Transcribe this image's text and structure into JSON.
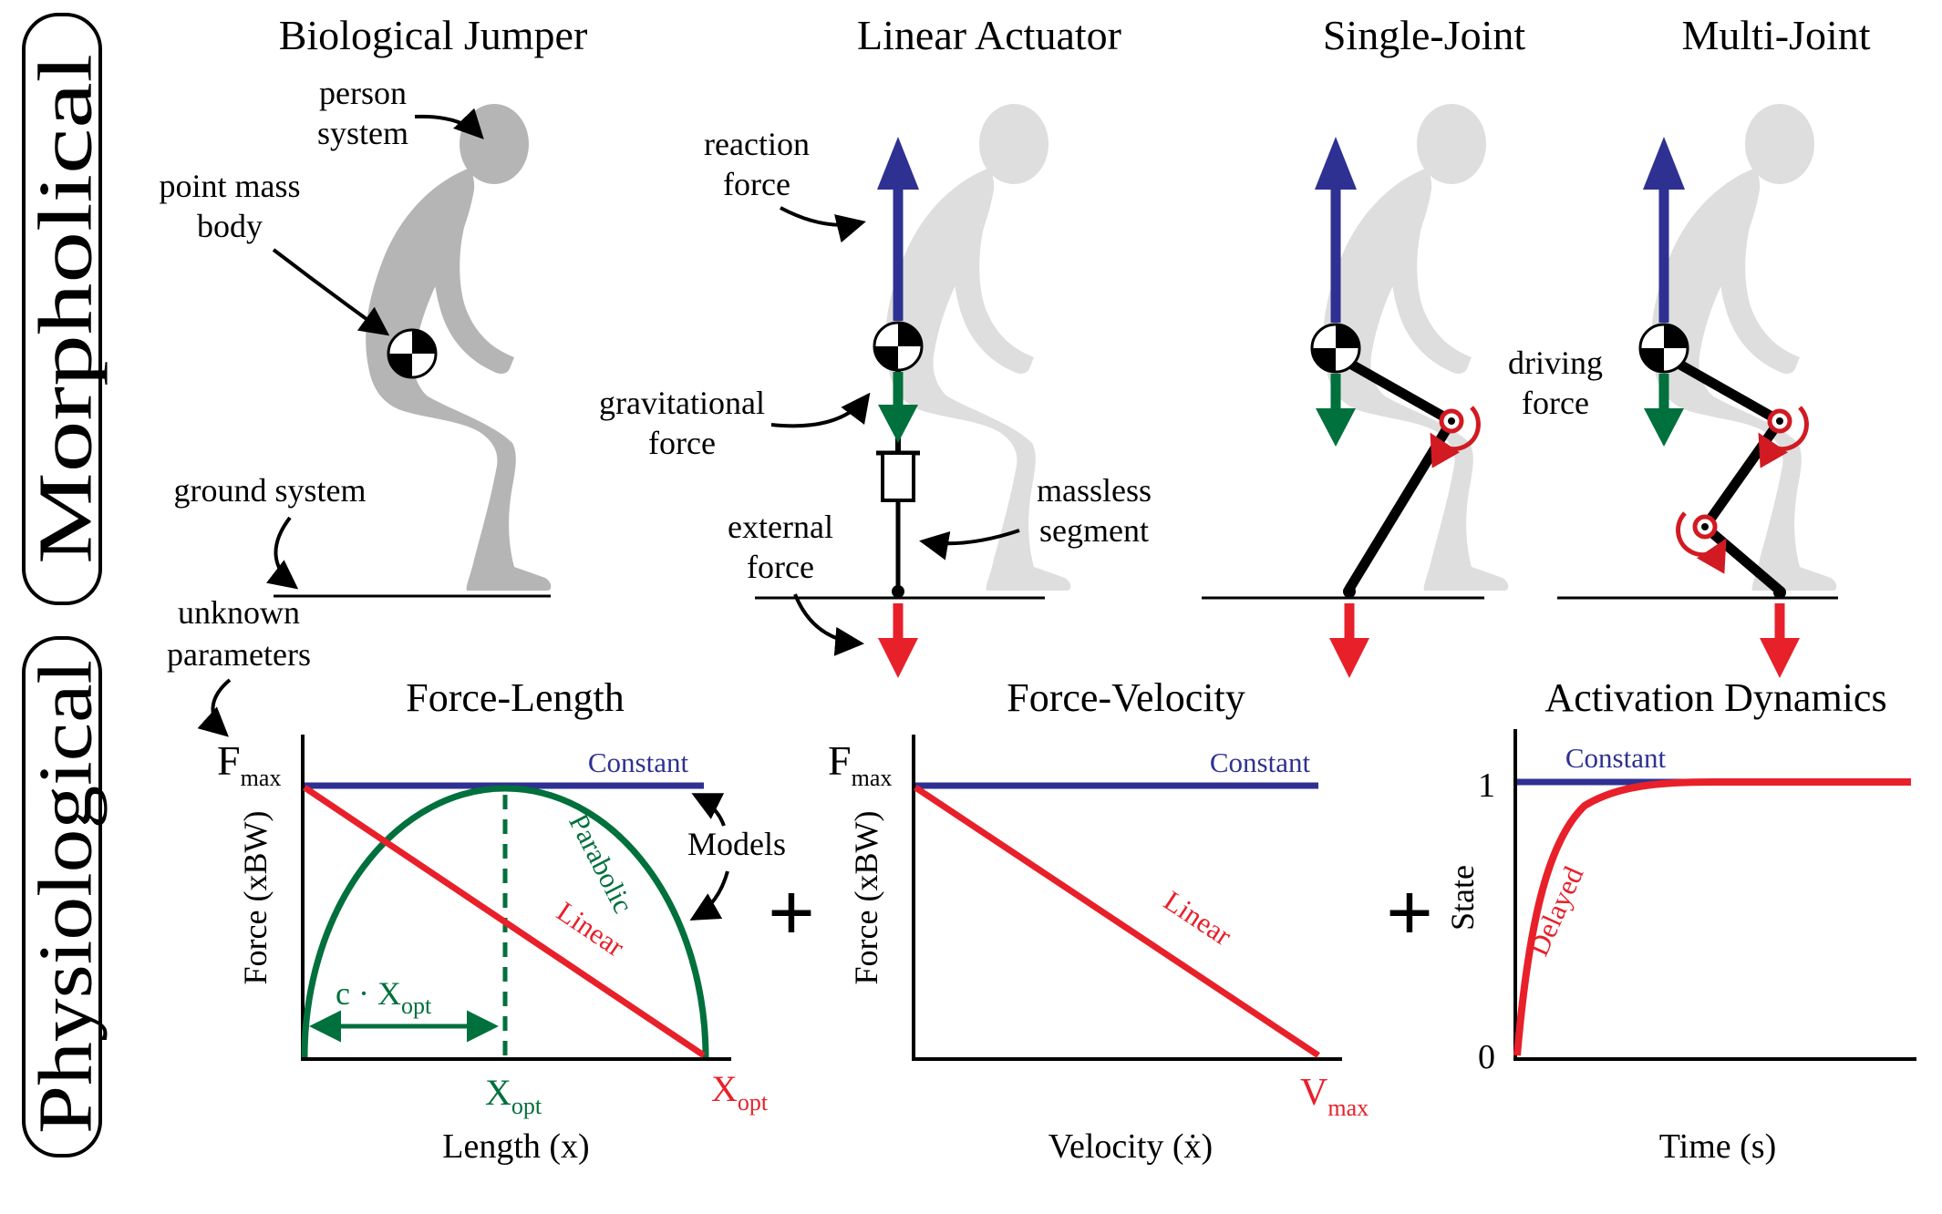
{
  "sidebar": {
    "morphological": "Morpholical",
    "physiological": "Physiological"
  },
  "panels": {
    "biological": {
      "title": "Biological Jumper",
      "person_system": [
        "person",
        "system"
      ],
      "point_mass": [
        "point mass",
        "body"
      ],
      "ground_system": "ground system",
      "unknown_parameters": [
        "unknown",
        "parameters"
      ]
    },
    "linear_actuator": {
      "title": "Linear Actuator",
      "reaction_force": [
        "reaction",
        "force"
      ],
      "gravitational_force": [
        "gravitational",
        "force"
      ],
      "external_force": [
        "external",
        "force"
      ],
      "massless_segment": [
        "massless",
        "segment"
      ]
    },
    "single_joint": {
      "title": "Single-Joint",
      "driving_force": [
        "driving",
        "force"
      ]
    },
    "multi_joint": {
      "title": "Multi-Joint"
    }
  },
  "plots": {
    "plus": "+",
    "force_length": {
      "title": "Force-Length",
      "fmax_base": "F",
      "fmax_sub": "max",
      "ylabel": "Force (xBW)",
      "xlabel": "Length (x)",
      "constant": "Constant",
      "parabolic": "Parabolic",
      "linear": "Linear",
      "models": "Models",
      "c_xopt_base": "c · X",
      "c_xopt_sub": "opt",
      "xopt_base": "X",
      "xopt_sub": "opt"
    },
    "force_velocity": {
      "title": "Force-Velocity",
      "fmax_base": "F",
      "fmax_sub": "max",
      "ylabel": "Force (xBW)",
      "xlabel": "Velocity (ẋ)",
      "constant": "Constant",
      "linear": "Linear",
      "vmax_base": "V",
      "vmax_sub": "max"
    },
    "activation": {
      "title": "Activation Dynamics",
      "ylabel": "State",
      "xlabel": "Time (s)",
      "constant": "Constant",
      "delayed": "Delayed",
      "tick_one": "1",
      "tick_zero": "0"
    }
  },
  "colors": {
    "blue": "#2e3192",
    "green": "#00703c",
    "red": "#e8202a",
    "silhouette": "#b5b5b5",
    "silhouette_faded": "#dedede",
    "black": "#000000"
  },
  "chart_data": [
    {
      "type": "line",
      "title": "Force-Length",
      "xlabel": "Length (x)",
      "ylabel": "Force (xBW)",
      "y_range": [
        0,
        "F_max"
      ],
      "x_range_norm": [
        0,
        1
      ],
      "grid": false,
      "series": [
        {
          "name": "Constant",
          "color": "#2e3192",
          "points_norm": [
            [
              0,
              1
            ],
            [
              1,
              1
            ]
          ]
        },
        {
          "name": "Parabolic",
          "color": "#00703c",
          "points_norm": [
            [
              0,
              0
            ],
            [
              0.5,
              1
            ],
            [
              1,
              0
            ]
          ],
          "note": "dome peaking at X_opt (dashed vertical at peak)"
        },
        {
          "name": "Linear",
          "color": "#e8202a",
          "points_norm": [
            [
              0,
              1
            ],
            [
              1,
              0
            ]
          ]
        }
      ],
      "annotations": [
        "F_max at top of y-axis",
        "c · X_opt double arrow from 0 to peak",
        "X_opt (green) under peak",
        "X_opt (red) at right axis end",
        "Models pointing at Constant and Parabolic"
      ]
    },
    {
      "type": "line",
      "title": "Force-Velocity",
      "xlabel": "Velocity (ẋ)",
      "ylabel": "Force (xBW)",
      "y_range": [
        0,
        "F_max"
      ],
      "x_range": [
        0,
        "V_max"
      ],
      "grid": false,
      "series": [
        {
          "name": "Constant",
          "color": "#2e3192",
          "points_norm": [
            [
              0,
              1
            ],
            [
              1,
              1
            ]
          ]
        },
        {
          "name": "Linear",
          "color": "#e8202a",
          "points_norm": [
            [
              0,
              1
            ],
            [
              1,
              0
            ]
          ]
        }
      ],
      "annotations": [
        "F_max at top of y-axis",
        "V_max at right axis end"
      ]
    },
    {
      "type": "line",
      "title": "Activation Dynamics",
      "xlabel": "Time (s)",
      "ylabel": "State",
      "y_ticks": [
        0,
        1
      ],
      "grid": false,
      "series": [
        {
          "name": "Constant",
          "color": "#2e3192",
          "points_norm": [
            [
              0,
              1
            ],
            [
              1,
              1
            ]
          ]
        },
        {
          "name": "Delayed",
          "color": "#e8202a",
          "points_norm": [
            [
              0,
              0
            ],
            [
              0.08,
              0.55
            ],
            [
              0.2,
              0.9
            ],
            [
              0.35,
              0.99
            ],
            [
              1,
              1
            ]
          ],
          "note": "exponential rise to 1"
        }
      ],
      "annotations": []
    }
  ]
}
